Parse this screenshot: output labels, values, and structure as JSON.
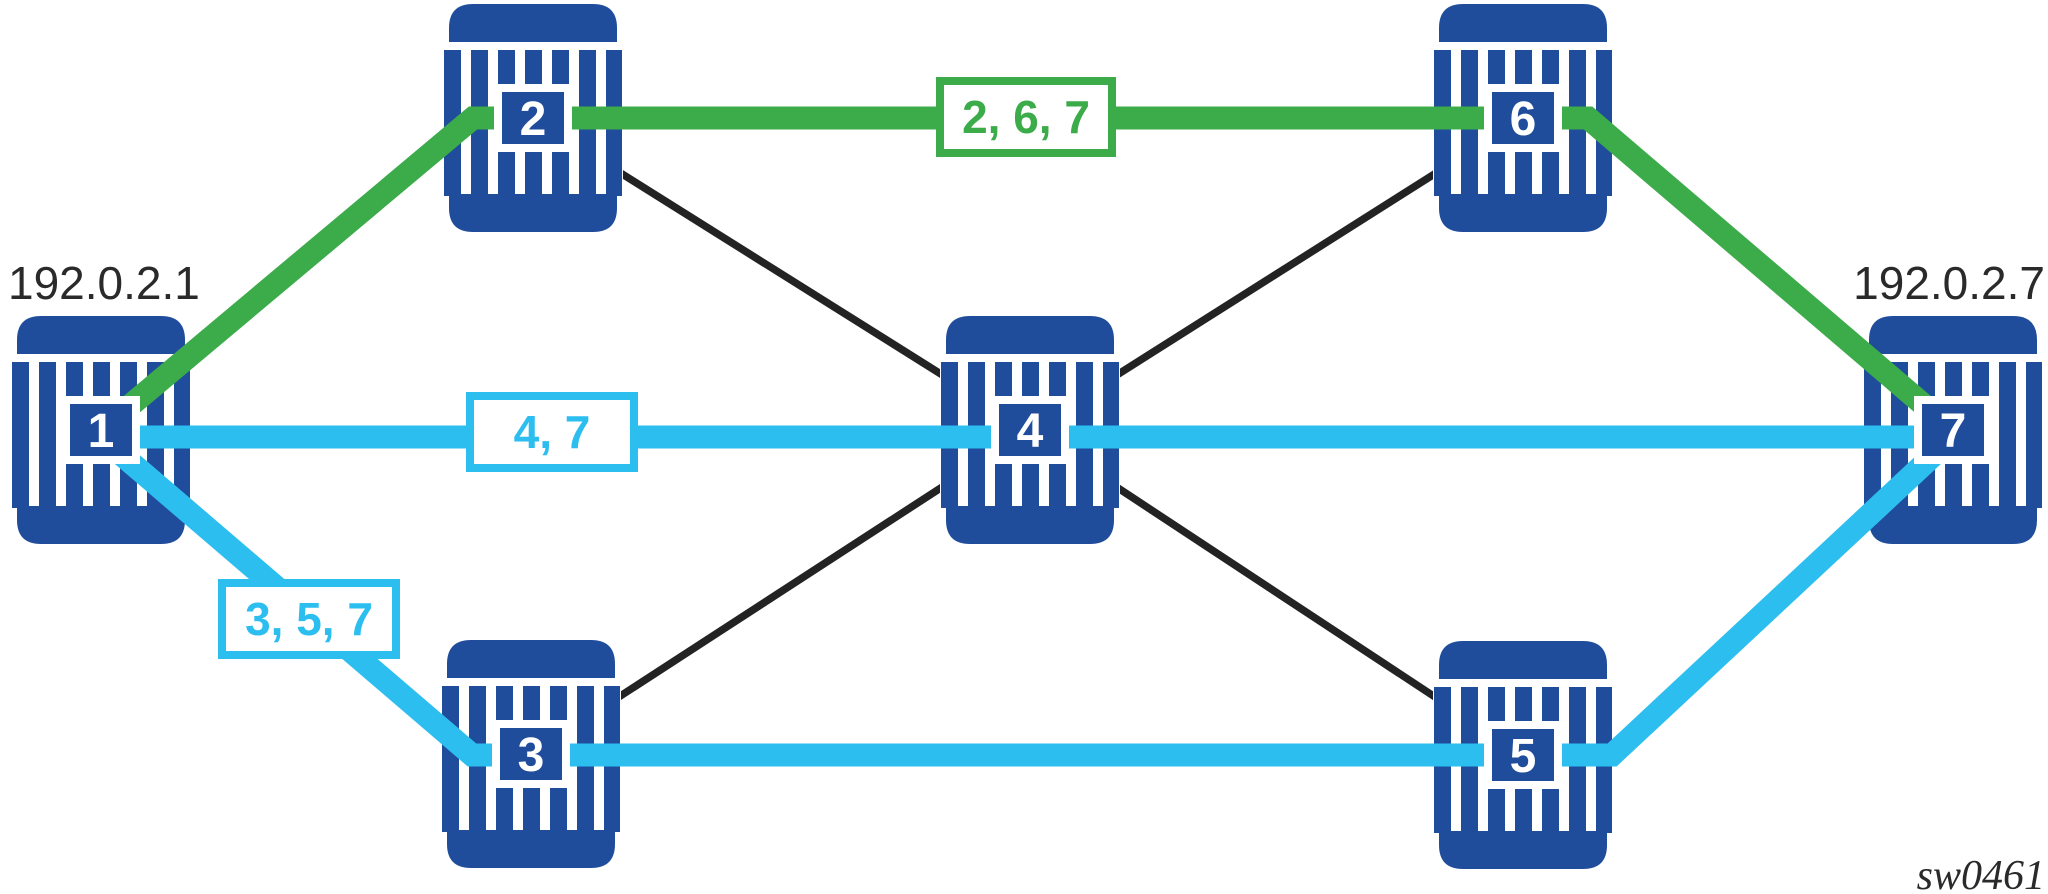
{
  "diagram": {
    "type": "network-topology",
    "figure_id": "sw0461"
  },
  "labels": {
    "source_ip": "192.0.2.1",
    "destination_ip": "192.0.2.7",
    "figure_id": "sw0461"
  },
  "nodes": [
    {
      "label": "1",
      "role": "source router",
      "ip": "192.0.2.1"
    },
    {
      "label": "2"
    },
    {
      "label": "3"
    },
    {
      "label": "4"
    },
    {
      "label": "5"
    },
    {
      "label": "6"
    },
    {
      "label": "7",
      "role": "destination router",
      "ip": "192.0.2.7"
    }
  ],
  "paths": [
    {
      "name": "green-path",
      "label": "2, 6, 7",
      "color": "#3CAB4A",
      "via_nodes": [
        "1",
        "2",
        "6",
        "7"
      ]
    },
    {
      "name": "cyan-middle-path",
      "label": "4, 7",
      "color": "#2DBEF0",
      "via_nodes": [
        "1",
        "4",
        "7"
      ]
    },
    {
      "name": "cyan-lower-path",
      "label": "3, 5, 7",
      "color": "#2DBEF0",
      "via_nodes": [
        "1",
        "3",
        "5",
        "7"
      ]
    }
  ],
  "plain_links": [
    {
      "from": "2",
      "to": "4"
    },
    {
      "from": "6",
      "to": "4"
    },
    {
      "from": "3",
      "to": "4"
    },
    {
      "from": "5",
      "to": "4"
    }
  ],
  "colors": {
    "router_blue": "#1F4C9B",
    "path_green": "#3CAB4A",
    "path_cyan": "#2DBEF0",
    "link_black": "#232323",
    "text_dark": "#2B2A2A",
    "background": "#FFFFFF"
  }
}
